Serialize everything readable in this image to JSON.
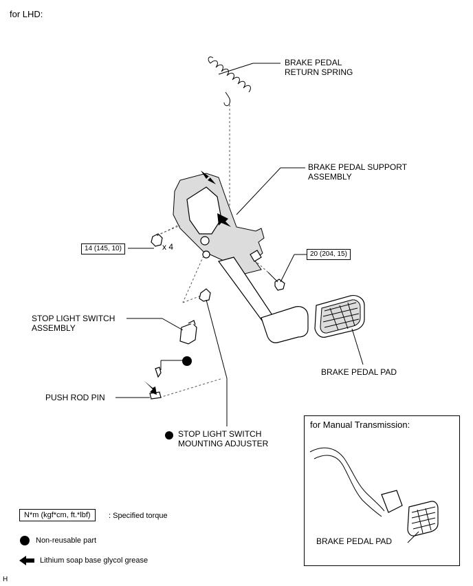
{
  "heading": "for LHD:",
  "labels": {
    "return_spring": [
      "BRAKE PEDAL",
      "RETURN SPRING"
    ],
    "support_assembly": [
      "BRAKE PEDAL SUPPORT",
      "ASSEMBLY"
    ],
    "stop_light_switch": [
      "STOP LIGHT SWITCH",
      "ASSEMBLY"
    ],
    "push_rod_pin": "PUSH ROD PIN",
    "adjuster": [
      "STOP LIGHT SWITCH",
      "MOUNTING ADJUSTER"
    ],
    "pedal_pad": "BRAKE PEDAL PAD"
  },
  "torques": {
    "nut": "14 (145, 10)",
    "nut_qty": "x 4",
    "bolt": "20 (204, 15)"
  },
  "inset": {
    "title": "for Manual Transmission:",
    "pedal_pad": "BRAKE PEDAL PAD"
  },
  "legend": {
    "torque_box": "N*m (kgf*cm, ft.*lbf)",
    "torque_text": ": Specified torque",
    "non_reusable": "Non-reusable part",
    "grease": "Lithium soap base glycol grease"
  },
  "footer_code": "H"
}
